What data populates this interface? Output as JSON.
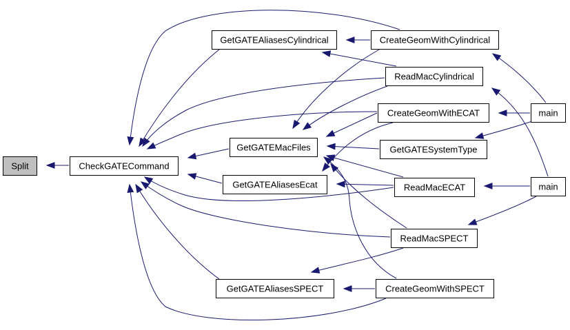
{
  "graph": {
    "accent_color": "#191970",
    "highlight_fill": "#bfbfbf",
    "nodes": [
      {
        "id": "split",
        "label": "Split",
        "current": true
      },
      {
        "id": "checkgate",
        "label": "CheckGATECommand"
      },
      {
        "id": "aliases_cyl",
        "label": "GetGATEAliasesCylindrical"
      },
      {
        "id": "macfiles",
        "label": "GetGATEMacFiles"
      },
      {
        "id": "aliases_ecat",
        "label": "GetGATEAliasesEcat"
      },
      {
        "id": "aliases_spect",
        "label": "GetGATEAliasesSPECT"
      },
      {
        "id": "geom_cyl",
        "label": "CreateGeomWithCylindrical"
      },
      {
        "id": "read_cyl",
        "label": "ReadMacCylindrical"
      },
      {
        "id": "geom_ecat",
        "label": "CreateGeomWithECAT"
      },
      {
        "id": "systype",
        "label": "GetGATESystemType"
      },
      {
        "id": "read_ecat",
        "label": "ReadMacECAT"
      },
      {
        "id": "read_spect",
        "label": "ReadMacSPECT"
      },
      {
        "id": "geom_spect",
        "label": "CreateGeomWithSPECT"
      },
      {
        "id": "main1",
        "label": "main"
      },
      {
        "id": "main2",
        "label": "main"
      }
    ],
    "edges": [
      {
        "from": "checkgate",
        "to": "split"
      },
      {
        "from": "aliases_cyl",
        "to": "checkgate"
      },
      {
        "from": "macfiles",
        "to": "checkgate"
      },
      {
        "from": "aliases_ecat",
        "to": "checkgate"
      },
      {
        "from": "aliases_spect",
        "to": "checkgate"
      },
      {
        "from": "geom_cyl",
        "to": "checkgate"
      },
      {
        "from": "read_cyl",
        "to": "checkgate"
      },
      {
        "from": "geom_ecat",
        "to": "checkgate"
      },
      {
        "from": "read_ecat",
        "to": "checkgate"
      },
      {
        "from": "read_spect",
        "to": "checkgate"
      },
      {
        "from": "geom_spect",
        "to": "checkgate"
      },
      {
        "from": "geom_cyl",
        "to": "aliases_cyl"
      },
      {
        "from": "read_cyl",
        "to": "aliases_cyl"
      },
      {
        "from": "geom_cyl",
        "to": "macfiles"
      },
      {
        "from": "read_cyl",
        "to": "macfiles"
      },
      {
        "from": "geom_ecat",
        "to": "macfiles"
      },
      {
        "from": "systype",
        "to": "macfiles"
      },
      {
        "from": "read_ecat",
        "to": "macfiles"
      },
      {
        "from": "read_spect",
        "to": "macfiles"
      },
      {
        "from": "geom_spect",
        "to": "macfiles"
      },
      {
        "from": "geom_ecat",
        "to": "aliases_ecat"
      },
      {
        "from": "read_ecat",
        "to": "aliases_ecat"
      },
      {
        "from": "read_spect",
        "to": "aliases_spect"
      },
      {
        "from": "geom_spect",
        "to": "aliases_spect"
      },
      {
        "from": "main1",
        "to": "geom_cyl"
      },
      {
        "from": "main1",
        "to": "geom_ecat"
      },
      {
        "from": "main1",
        "to": "systype"
      },
      {
        "from": "main2",
        "to": "read_cyl"
      },
      {
        "from": "main2",
        "to": "read_ecat"
      },
      {
        "from": "main2",
        "to": "read_spect"
      }
    ]
  }
}
